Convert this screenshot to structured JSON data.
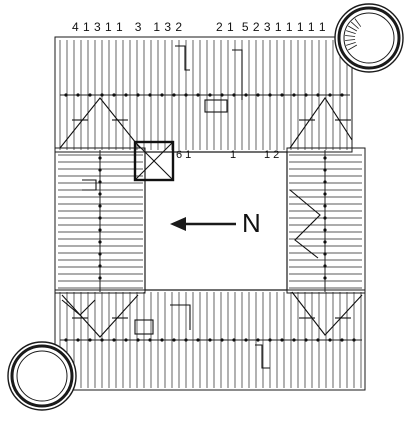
{
  "labels": {
    "top_left_numbers": "4 1 3 1 1   3   1 3 2",
    "top_right_numbers": "2 1  5 2 3 1 1 1 1 1",
    "inner_left_numbers": "6 1",
    "inner_mid_number": "1",
    "inner_right_numbers": "1 2",
    "north_letter": "N"
  },
  "colors": {
    "line": "#1a1a1a",
    "background": "#ffffff"
  }
}
